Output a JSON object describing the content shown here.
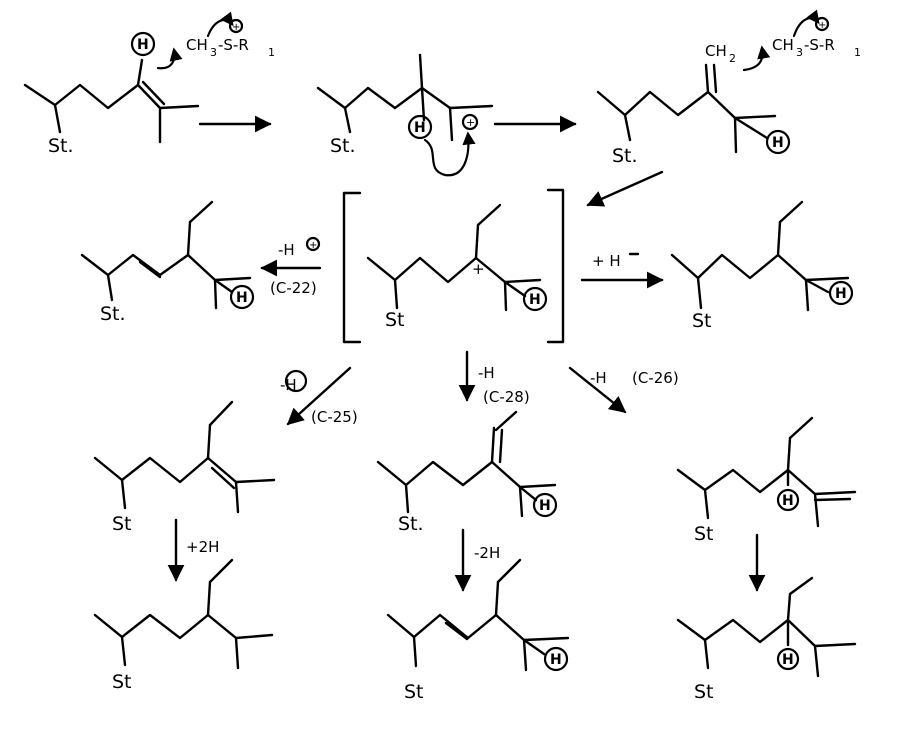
{
  "labels": {
    "st": "St.",
    "st_plain": "St",
    "h": "H",
    "ch2": "CH",
    "ch2_sub": "2",
    "methyl_donor_pre": "CH",
    "methyl_donor_sub": "3",
    "methyl_donor_post": "-S-R",
    "methyl_donor_r_sub": "1",
    "plus": "+"
  },
  "steps": {
    "minus_h_c22": "-H",
    "c22": "(C-22)",
    "plus_hydride": "+ H",
    "minus_h_c25": "-H",
    "c25": "(C-25)",
    "minus_h_c28": "-H",
    "c28": "(C-28)",
    "minus_h_c26": "-H",
    "c26": "(C-26)",
    "plus_2h": "+2H",
    "minus_2h": "-2H"
  }
}
